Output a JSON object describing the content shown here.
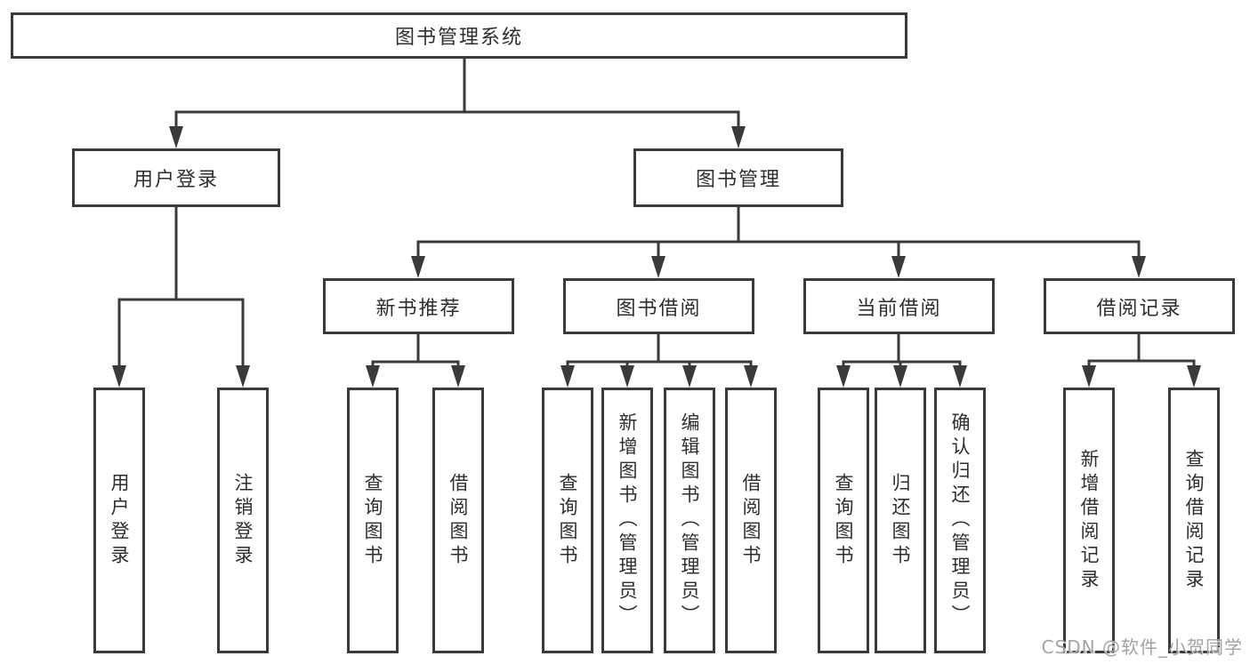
{
  "diagram_title": "图书管理系统",
  "watermark": "CSDN @软件_小贺同学",
  "colors": {
    "line": "#3a3a3a",
    "box_border": "#3a3a3a",
    "text": "#2e2e2e",
    "watermark": "#a3a3a3",
    "background": "#ffffff"
  },
  "tree": {
    "root": {
      "label": "图书管理系统",
      "children": [
        {
          "label": "用户登录",
          "children": [
            {
              "label": "用户登录"
            },
            {
              "label": "注销登录"
            }
          ]
        },
        {
          "label": "图书管理",
          "children": [
            {
              "label": "新书推荐",
              "children": [
                {
                  "label": "查询图书"
                },
                {
                  "label": "借阅图书"
                }
              ]
            },
            {
              "label": "图书借阅",
              "children": [
                {
                  "label": "查询图书"
                },
                {
                  "label": "新增图书（管理员）"
                },
                {
                  "label": "编辑图书（管理员）"
                },
                {
                  "label": "借阅图书"
                }
              ]
            },
            {
              "label": "当前借阅",
              "children": [
                {
                  "label": "查询图书"
                },
                {
                  "label": "归还图书"
                },
                {
                  "label": "确认归还（管理员）"
                }
              ]
            },
            {
              "label": "借阅记录",
              "children": [
                {
                  "label": "新增借阅记录"
                },
                {
                  "label": "查询借阅记录"
                }
              ]
            }
          ]
        }
      ]
    }
  }
}
